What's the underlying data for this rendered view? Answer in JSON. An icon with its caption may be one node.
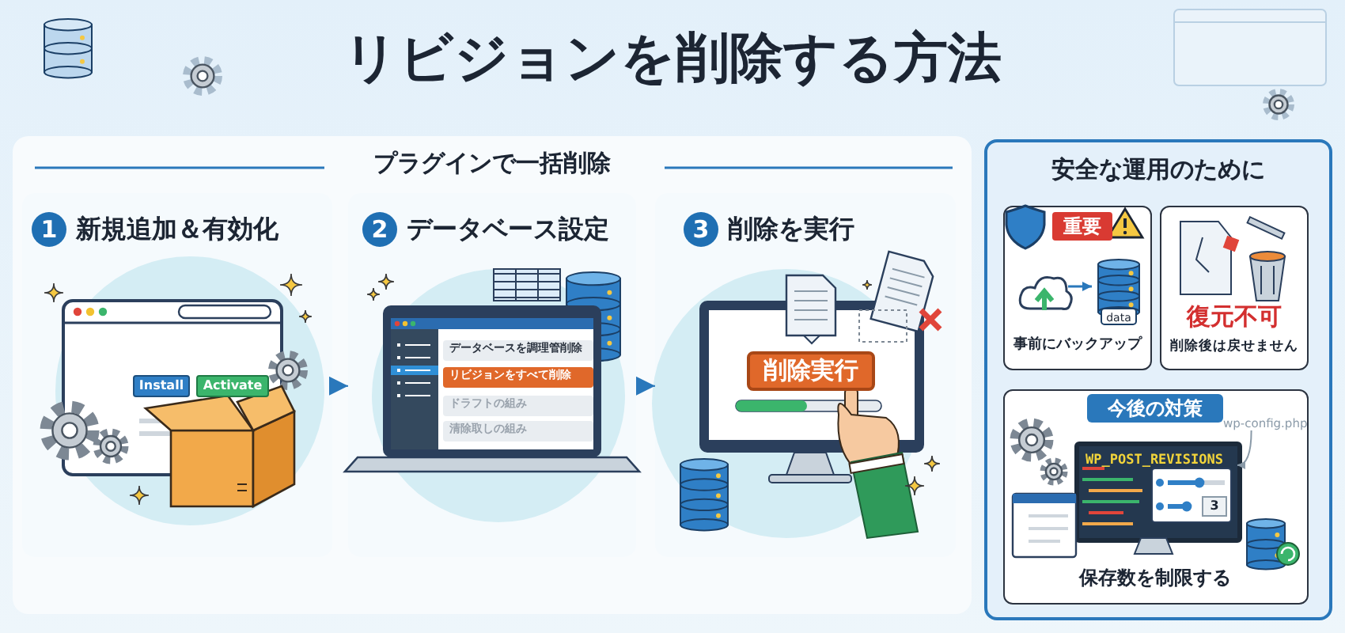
{
  "diagram": {
    "title": "リビジョンを削除する方法",
    "nodes": [
      {
        "text": [
          "プラグインで一括削除"
        ]
      },
      {
        "text": [
          "1",
          "新規追加＆有効化"
        ],
        "in": 0
      },
      {
        "text": [
          "Install"
        ],
        "in": 1
      },
      {
        "text": [
          "Activate"
        ],
        "in": 1
      },
      {
        "text": [
          "2",
          "データベース設定"
        ],
        "in": 0
      },
      {
        "text": [
          "データベースを調理管削除"
        ],
        "in": 4
      },
      {
        "text": [
          "リビジョンをすべて削除"
        ],
        "in": 4
      },
      {
        "text": [
          "ドラフトの組み"
        ],
        "in": 4
      },
      {
        "text": [
          "清除取しの組み"
        ],
        "in": 4
      },
      {
        "text": [
          "3",
          "削除を実行"
        ],
        "in": 0
      },
      {
        "text": [
          "削除実行"
        ],
        "in": 9
      },
      {
        "text": [
          "安全な運用のために"
        ]
      },
      {
        "text": [
          "重要",
          "事前にバックアップ"
        ],
        "in": 11
      },
      {
        "text": [],
        "shape": "cloud",
        "in": 12
      },
      {
        "text": [
          "data"
        ],
        "in": 12
      },
      {
        "text": [
          "復元不可",
          "削除後は戻せません"
        ],
        "in": 11
      },
      {
        "text": [
          "今後の対策",
          "保存数を制限する"
        ],
        "in": 11
      },
      {
        "text": [
          "WP_POST_REVISIONS"
        ],
        "in": 16
      },
      {
        "text": [
          "wp-config.php"
        ],
        "in": 16
      }
    ],
    "edges": [
      {
        "from": 1,
        "to": 4,
        "arrow": "to"
      },
      {
        "from": 4,
        "to": 9,
        "arrow": "to"
      },
      {
        "from": 13,
        "to": 14,
        "arrow": "to"
      },
      {
        "from": 18,
        "to": 17,
        "arrow": "to",
        "color": "#8a9aa8"
      }
    ],
    "labels": [
      "3"
    ]
  }
}
